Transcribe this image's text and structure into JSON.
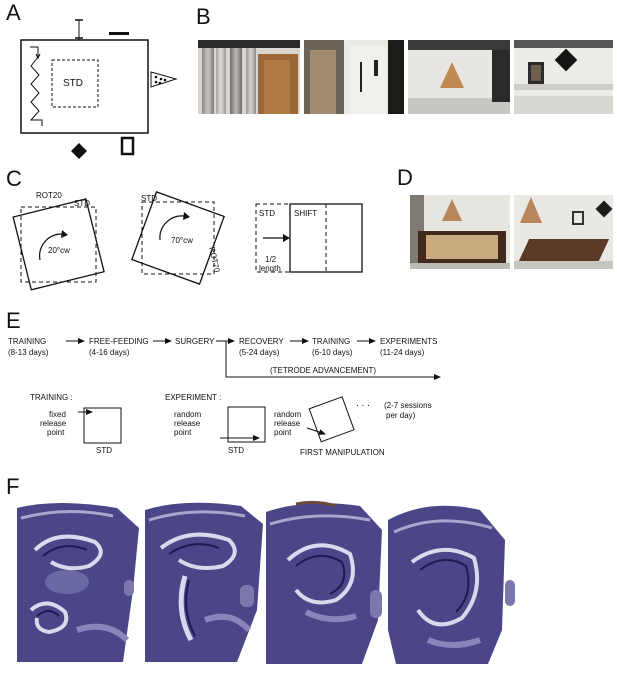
{
  "panels": {
    "A": {
      "label": "A",
      "std_label": "STD"
    },
    "B": {
      "label": "B"
    },
    "C": {
      "label": "C",
      "rot20": {
        "rot_label": "ROT20",
        "std_label": "STD",
        "angle_label": "20°cw"
      },
      "rot70": {
        "rot_label": "ROT70",
        "std_label": "STD",
        "angle_label": "70°cw"
      },
      "shift": {
        "std_label": "STD",
        "shift_label": "SHIFT",
        "length_num": "1/2",
        "length_word": "length"
      }
    },
    "D": {
      "label": "D"
    },
    "E": {
      "label": "E",
      "timeline": [
        {
          "title": "TRAINING",
          "duration": "(8-13 days)"
        },
        {
          "title": "FREE-FEEDING",
          "duration": "(4-16 days)"
        },
        {
          "title": "SURGERY",
          "duration": ""
        },
        {
          "title": "RECOVERY",
          "duration": "(5-24 days)"
        },
        {
          "title": "TRAINING",
          "duration": "(6-10 days)"
        },
        {
          "title": "EXPERIMENTS",
          "duration": "(11-24 days)"
        }
      ],
      "tetrode": "(TETRODE ADVANCEMENT)",
      "training": {
        "heading": "TRAINING :",
        "release": [
          "fixed",
          "release",
          "point"
        ],
        "std": "STD"
      },
      "experiment": {
        "heading": "EXPERIMENT :",
        "release1": [
          "random",
          "release",
          "point"
        ],
        "std": "STD",
        "release2": [
          "random",
          "release",
          "point"
        ],
        "manip": "FIRST MANIPULATION",
        "dots": ". . .",
        "sessions": [
          "(2-7  sessions",
          "per day)"
        ]
      }
    },
    "F": {
      "label": "F"
    }
  },
  "colors": {
    "ink": "#111111",
    "stain": "#4a4688",
    "stain_light": "#a8a6cf",
    "floor": "#b89a78",
    "frame": "#4b3523"
  }
}
